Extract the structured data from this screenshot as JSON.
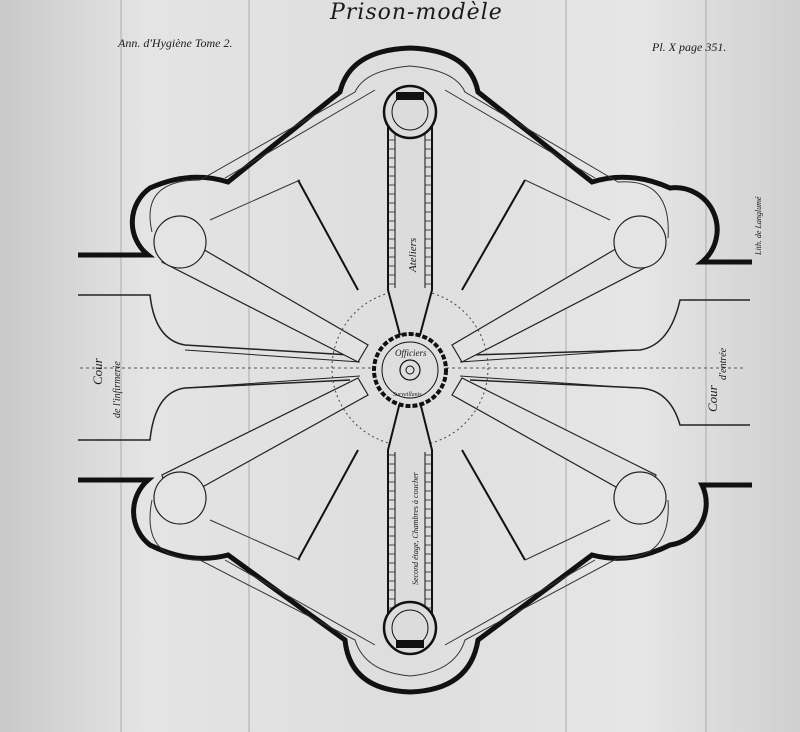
{
  "plate": {
    "title": "Prison-modèle",
    "journal": "Ann. d'Hygiène Tome 2.",
    "plate_ref": "Pl. X page 351.",
    "lithographer": "Lith. de Langlumé"
  },
  "labels": {
    "ateliers": "Ateliers",
    "officiers": "Officiers",
    "surveillants": "Surveillants",
    "chambres": "Second étage, Chambres à coucher",
    "cour_infirmerie_1": "Cour",
    "cour_infirmerie_2": "de l'infirmerie",
    "cour_entree_1": "Cour",
    "cour_entree_2": "d'entrée"
  }
}
